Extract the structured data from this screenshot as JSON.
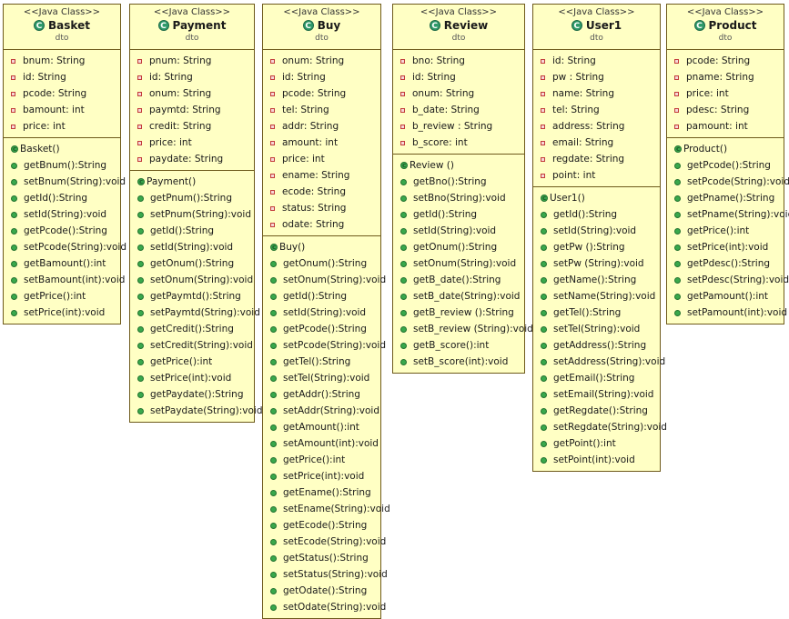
{
  "classes": [
    {
      "id": "basket",
      "stereotype": "<<Java Class>>",
      "name": "Basket",
      "package": "dto",
      "icon": "class-icon",
      "attributes": [
        "bnum: String",
        "id: String",
        "pcode: String",
        "bamount: int",
        "price: int"
      ],
      "constructor": "Basket()",
      "methods": [
        "getBnum():String",
        "setBnum(String):void",
        "getId():String",
        "setId(String):void",
        "getPcode():String",
        "setPcode(String):void",
        "getBamount():int",
        "setBamount(int):void",
        "getPrice():int",
        "setPrice(int):void"
      ]
    },
    {
      "id": "payment",
      "stereotype": "<<Java Class>>",
      "name": "Payment",
      "package": "dto",
      "icon": "class-icon",
      "attributes": [
        "pnum: String",
        "id: String",
        "onum: String",
        "paymtd: String",
        "credit: String",
        "price: int",
        "paydate: String"
      ],
      "constructor": "Payment()",
      "methods": [
        "getPnum():String",
        "setPnum(String):void",
        "getId():String",
        "setId(String):void",
        "getOnum():String",
        "setOnum(String):void",
        "getPaymtd():String",
        "setPaymtd(String):void",
        "getCredit():String",
        "setCredit(String):void",
        "getPrice():int",
        "setPrice(int):void",
        "getPaydate():String",
        "setPaydate(String):void"
      ]
    },
    {
      "id": "buy",
      "stereotype": "<<Java Class>>",
      "name": "Buy",
      "package": "dto",
      "icon": "class-icon",
      "attributes": [
        "onum: String",
        "id: String",
        "pcode: String",
        "tel: String",
        "addr: String",
        "amount: int",
        "price: int",
        "ename: String",
        "ecode: String",
        "status: String",
        "odate: String"
      ],
      "constructor": "Buy()",
      "methods": [
        "getOnum():String",
        "setOnum(String):void",
        "getId():String",
        "setId(String):void",
        "getPcode():String",
        "setPcode(String):void",
        "getTel():String",
        "setTel(String):void",
        "getAddr():String",
        "setAddr(String):void",
        "getAmount():int",
        "setAmount(int):void",
        "getPrice():int",
        "setPrice(int):void",
        "getEname():String",
        "setEname(String):void",
        "getEcode():String",
        "setEcode(String):void",
        "getStatus():String",
        "setStatus(String):void",
        "getOdate():String",
        "setOdate(String):void"
      ]
    },
    {
      "id": "review",
      "stereotype": "<<Java Class>>",
      "name": "Review",
      "package": "dto",
      "icon": "class-icon",
      "attributes": [
        "bno: String",
        "id: String",
        "onum: String",
        "b_date: String",
        "b_review : String",
        "b_score: int"
      ],
      "constructor": "Review ()",
      "methods": [
        "getBno():String",
        "setBno(String):void",
        "getId():String",
        "setId(String):void",
        "getOnum():String",
        "setOnum(String):void",
        "getB_date():String",
        "setB_date(String):void",
        "getB_review ():String",
        "setB_review (String):void",
        "getB_score():int",
        "setB_score(int):void"
      ]
    },
    {
      "id": "user1",
      "stereotype": "<<Java Class>>",
      "name": "User1",
      "package": "dto",
      "icon": "class-icon",
      "attributes": [
        "id: String",
        "pw : String",
        "name: String",
        "tel: String",
        "address: String",
        "email: String",
        "regdate: String",
        "point: int"
      ],
      "constructor": "User1()",
      "methods": [
        "getId():String",
        "setId(String):void",
        "getPw ():String",
        "setPw (String):void",
        "getName():String",
        "setName(String):void",
        "getTel():String",
        "setTel(String):void",
        "getAddress():String",
        "setAddress(String):void",
        "getEmail():String",
        "setEmail(String):void",
        "getRegdate():String",
        "setRegdate(String):void",
        "getPoint():int",
        "setPoint(int):void"
      ]
    },
    {
      "id": "product",
      "stereotype": "<<Java Class>>",
      "name": "Product",
      "package": "dto",
      "icon": "class-icon",
      "attributes": [
        "pcode: String",
        "pname: String",
        "price: int",
        "pdesc: String",
        "pamount: int"
      ],
      "constructor": "Product()",
      "methods": [
        "getPcode():String",
        "setPcode(String):void",
        "getPname():String",
        "setPname(String):void",
        "getPrice():int",
        "setPrice(int):void",
        "getPdesc():String",
        "setPdesc(String):void",
        "getPamount():int",
        "setPamount(int):void"
      ]
    }
  ]
}
